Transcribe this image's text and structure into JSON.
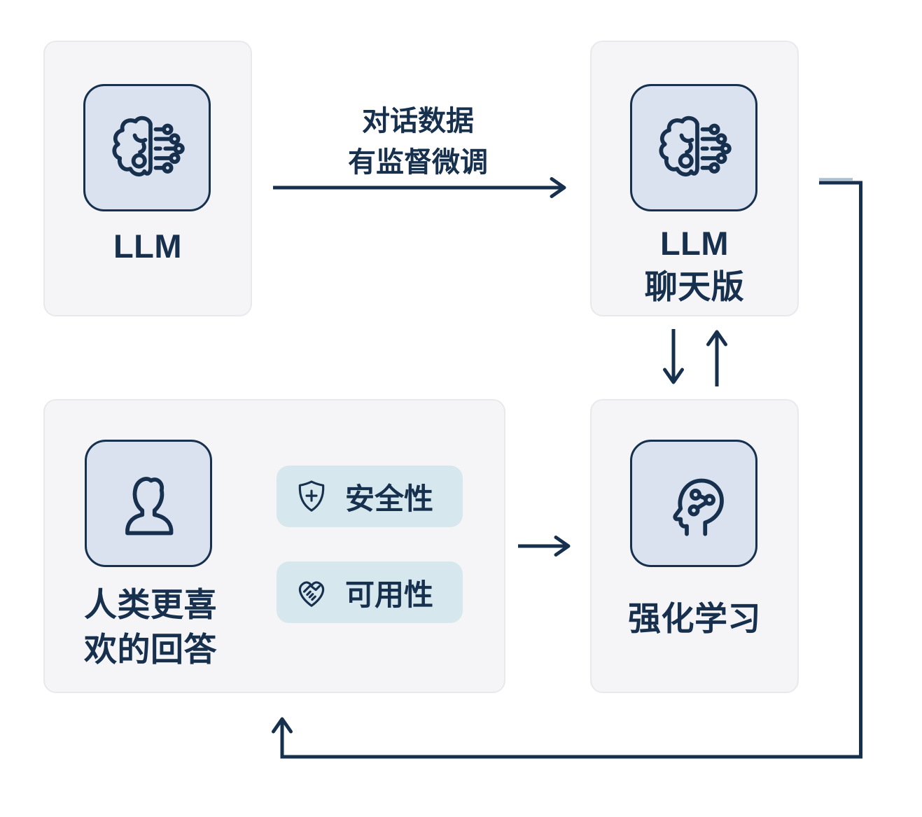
{
  "colors": {
    "ink": "#16304e",
    "card_bg": "#f5f4f6",
    "card_border": "#e9e8ec",
    "tile_bg": "#dbe2ef",
    "pill_bg": "#d6e7ee",
    "loop_highlight": "#a9bed2",
    "page_bg": "#ffffff"
  },
  "nodes": {
    "llm": {
      "label": "LLM",
      "icon": "brain-circuit-icon"
    },
    "llm_chat": {
      "label_line1": "LLM",
      "label_line2": "聊天版",
      "icon": "brain-circuit-icon"
    },
    "human_preferred": {
      "label_line1": "人类更喜",
      "label_line2": "欢的回答",
      "icon": "person-icon"
    },
    "reinforcement_learning": {
      "label": "强化学习",
      "icon": "head-network-icon"
    }
  },
  "badges": [
    {
      "label": "安全性",
      "icon": "shield-plus-icon"
    },
    {
      "label": "可用性",
      "icon": "handshake-heart-icon"
    }
  ],
  "edges": {
    "sft": {
      "label_line1": "对话数据",
      "label_line2": "有监督微调"
    }
  }
}
